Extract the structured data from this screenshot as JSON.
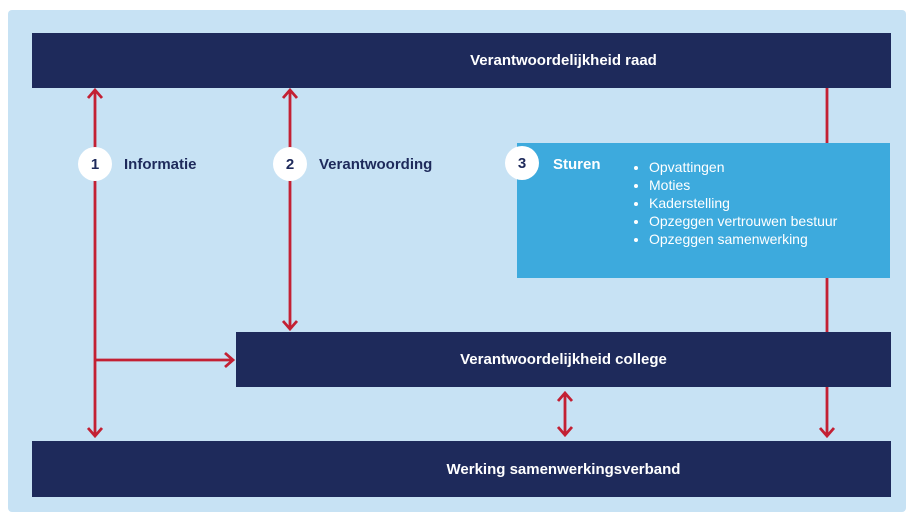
{
  "diagram": {
    "bars": {
      "raad": "Verantwoordelijkheid raad",
      "college": "Verantwoordelijkheid college",
      "werking": "Werking samenwerkingsverband"
    },
    "legend": {
      "items": [
        {
          "number": "1",
          "label": "Informatie"
        },
        {
          "number": "2",
          "label": "Verantwoording"
        },
        {
          "number": "3",
          "label": "Sturen"
        }
      ]
    },
    "sturen_box": {
      "bullets": [
        "Opvattingen",
        "Moties",
        "Kaderstelling",
        "Opzeggen vertrouwen bestuur",
        "Opzeggen samenwerking"
      ]
    },
    "colors": {
      "navy": "#1e2a5b",
      "panel_blue": "#c7e2f4",
      "box_blue": "#3daadd",
      "arrow_red": "#c32033",
      "text_white": "#ffffff"
    }
  }
}
